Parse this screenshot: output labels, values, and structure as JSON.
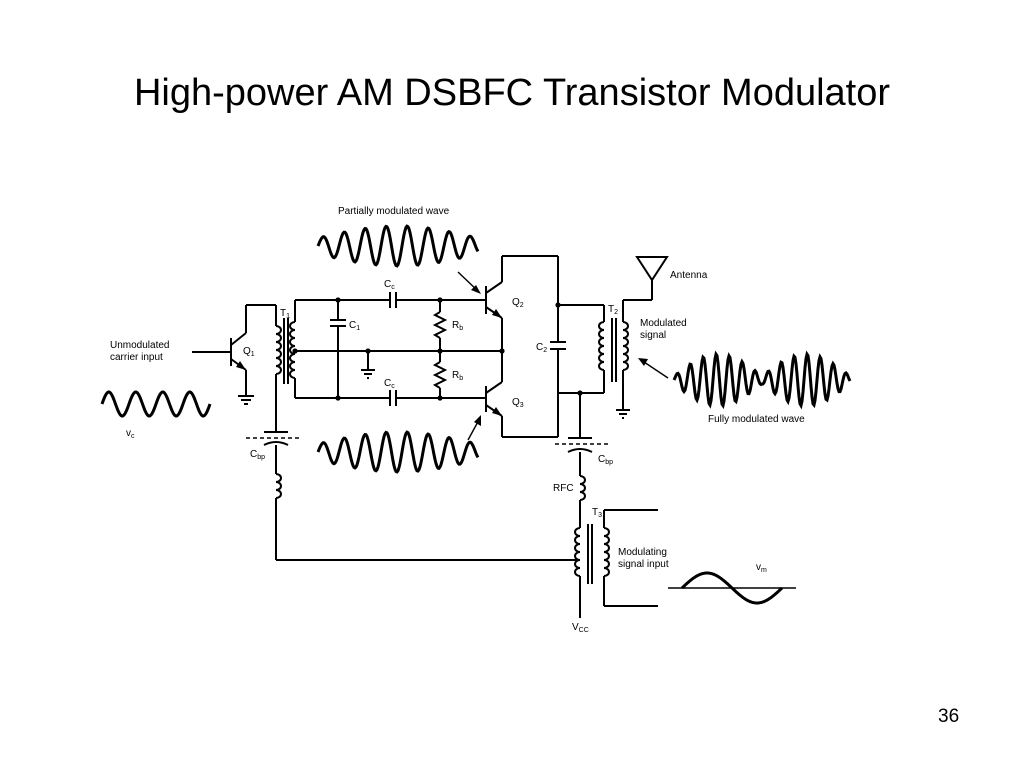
{
  "slide": {
    "title": "High-power AM DSBFC Transistor Modulator",
    "number": "36"
  },
  "labels": {
    "partially_modulated_wave": "Partially modulated wave",
    "antenna": "Antenna",
    "unmodulated_carrier_1": "Unmodulated",
    "unmodulated_carrier_2": "carrier input",
    "vc": "v",
    "vc_sub": "c",
    "modulated_signal_1": "Modulated",
    "modulated_signal_2": "signal",
    "fully_modulated_wave": "Fully modulated wave",
    "modulating_input_1": "Modulating",
    "modulating_input_2": "signal input",
    "vm": "v",
    "vm_sub": "m",
    "rfc": "RFC",
    "vcc": "V",
    "vcc_sub": "CC"
  },
  "components": {
    "q1": "Q",
    "q1_sub": "1",
    "q2": "Q",
    "q2_sub": "2",
    "q3": "Q",
    "q3_sub": "3",
    "t1": "T",
    "t1_sub": "1",
    "t2": "T",
    "t2_sub": "2",
    "t3": "T",
    "t3_sub": "3",
    "cc_top": "C",
    "cc_top_sub": "c",
    "cc_bot": "C",
    "cc_bot_sub": "c",
    "c1": "C",
    "c1_sub": "1",
    "c2": "C",
    "c2_sub": "2",
    "rb_top": "R",
    "rb_top_sub": "b",
    "rb_bot": "R",
    "rb_bot_sub": "b",
    "cbp_left": "C",
    "cbp_left_sub": "bp",
    "cbp_right": "C",
    "cbp_right_sub": "bp"
  }
}
